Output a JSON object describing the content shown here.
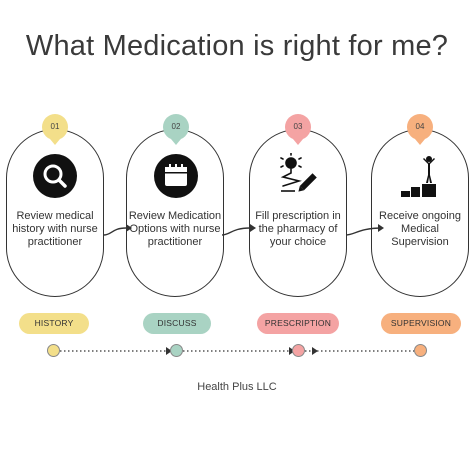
{
  "title": "What Medication is right for me?",
  "steps": [
    {
      "number": "01",
      "text": "Review medical history with nurse practitioner",
      "label": "HISTORY",
      "color": "#f3df8a",
      "icon": "search-icon"
    },
    {
      "number": "02",
      "text": "Review Medication Options with nurse practitioner",
      "label": "DISCUSS",
      "color": "#a9d3c3",
      "icon": "calendar-icon"
    },
    {
      "number": "03",
      "text": "Fill prescription in the pharmacy of your choice",
      "label": "PRESCRIPTION",
      "color": "#f4a3a3",
      "icon": "idea-pencil-icon"
    },
    {
      "number": "04",
      "text": "Receive ongoing Medical Supervision",
      "label": "SUPERVISION",
      "color": "#f7b07e",
      "icon": "person-podium-icon"
    }
  ],
  "footer": "Health Plus LLC"
}
